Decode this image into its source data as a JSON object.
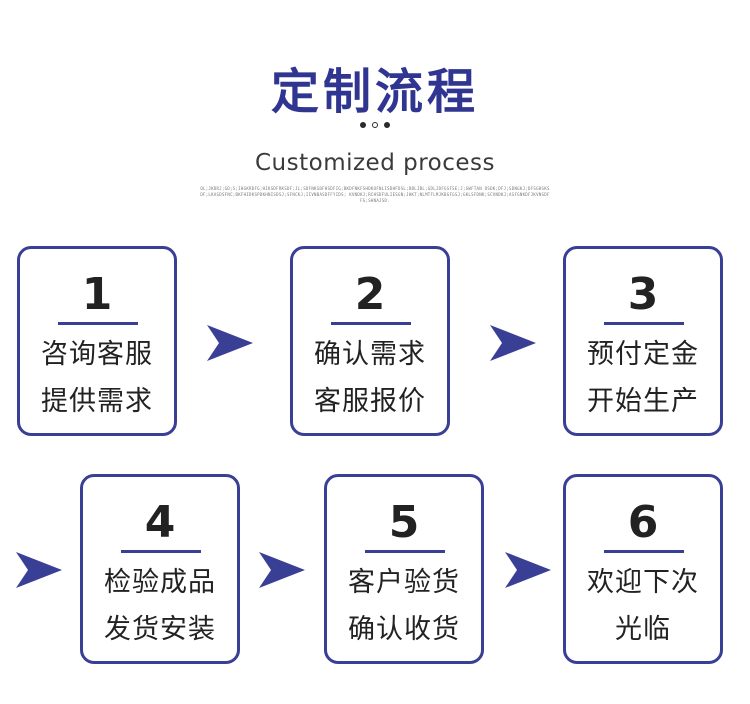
{
  "header": {
    "title": "定制流程",
    "subtitle": "Customized process",
    "fine_print": "OL;JKDRJ;GD;S;IHGKRDFG;HIKSDFRKSDF;JL;SDFNKSDFHSDFIG;BKDFNKFSHDKUFNLISDHFDSL;DBLIBL;GDLJDFGSFSE;J;GWFTAN OSDK;DFJ;SDNGKJ;DFSGHSKSDF;LKASDSFNC;BKFHIDKSPDKHNISDSJ;SFNCKJ;IIVNBASDFFYIDS; KVNDKJ;RCHSDFULIESGN;JHKT;NLMTFLMJKBGFGSJ;GKLSFDNK;SCVNDKJ;ASFGNKDFJKVNSDFFG;SHNAJSD."
  },
  "accent_color": "#3a3f96",
  "arrow_icon": "right-arrow-icon",
  "steps": [
    {
      "number": "1",
      "line1": "咨询客服",
      "line2": "提供需求"
    },
    {
      "number": "2",
      "line1": "确认需求",
      "line2": "客服报价"
    },
    {
      "number": "3",
      "line1": "预付定金",
      "line2": "开始生产"
    },
    {
      "number": "4",
      "line1": "检验成品",
      "line2": "发货安装"
    },
    {
      "number": "5",
      "line1": "客户验货",
      "line2": "确认收货"
    },
    {
      "number": "6",
      "line1": "欢迎下次",
      "line2": "光临"
    }
  ]
}
